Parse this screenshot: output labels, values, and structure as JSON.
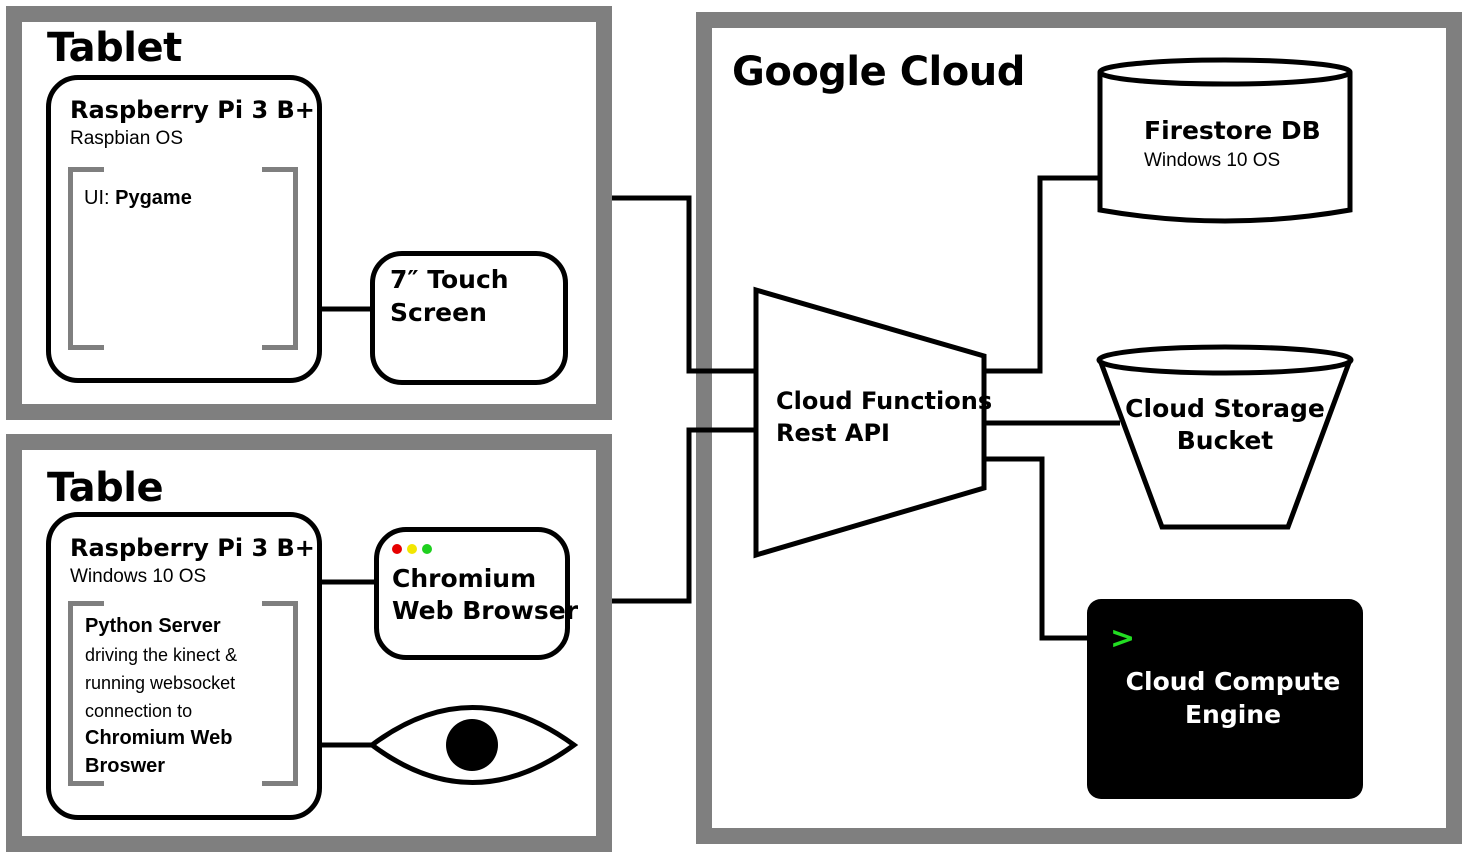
{
  "tablet": {
    "title": "Tablet",
    "pi_title": "Raspberry Pi 3 B+",
    "pi_os": "Raspbian OS",
    "ui_prefix": "UI: ",
    "ui_value": "Pygame",
    "touch_line1": "7″ Touch",
    "touch_line2": "Screen"
  },
  "table": {
    "title": "Table",
    "pi_title": "Raspberry Pi 3 B+",
    "pi_os": "Windows 10 OS",
    "server_title": "Python Server",
    "server_line1": "driving the kinect &",
    "server_line2": "running websocket",
    "server_line3": "connection to",
    "server_bold1": "Chromium Web",
    "server_bold2": "Broswer",
    "browser_line1": "Chromium",
    "browser_line2": "Web Browser"
  },
  "cloud": {
    "title": "Google Cloud",
    "functions_line1": "Cloud Functions",
    "functions_line2": "Rest API",
    "firestore_title": "Firestore DB",
    "firestore_os": "Windows 10 OS",
    "storage_line1": "Cloud Storage",
    "storage_line2": "Bucket",
    "compute_prompt": ">",
    "compute_line1": "Cloud Compute",
    "compute_line2": "Engine"
  },
  "colors": {
    "panel_border": "#7f7f7f",
    "dot_red": "#e60000",
    "dot_yellow": "#f2e600",
    "dot_green": "#1fd01f",
    "prompt_green": "#22dd22",
    "compute_bg": "#000000"
  }
}
